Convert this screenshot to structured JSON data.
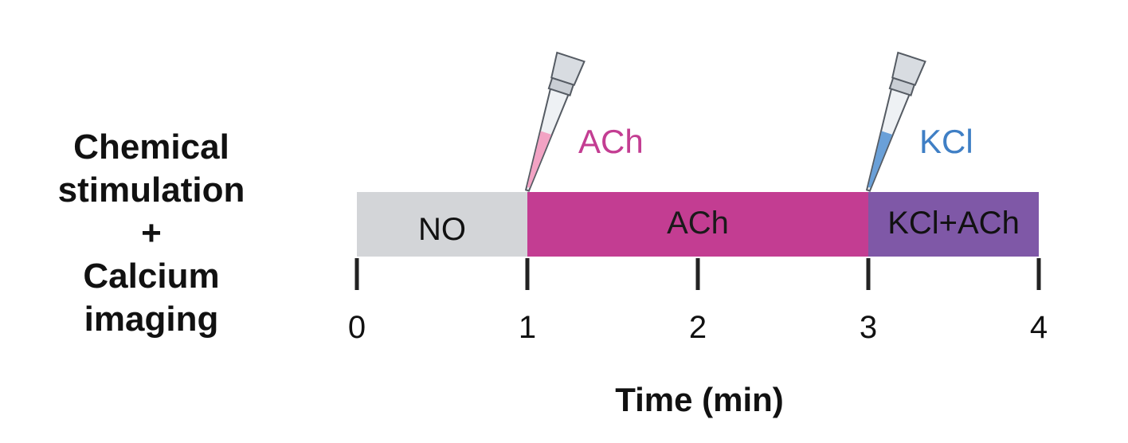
{
  "side_label": {
    "line1": "Chemical",
    "line2": "stimulation",
    "line3": "+",
    "line4": "Calcium",
    "line5": "imaging"
  },
  "timeline": {
    "axis_label": "Time (min)",
    "ticks": [
      0,
      1,
      2,
      3,
      4
    ],
    "segments": [
      {
        "label": "NO",
        "start": 0,
        "end": 1,
        "color": "#d3d5d8",
        "text_color": "#111111"
      },
      {
        "label": "ACh",
        "start": 1,
        "end": 3,
        "color": "#c33d92",
        "text_color": "#1a1a1a"
      },
      {
        "label": "KCl+ACh",
        "start": 3,
        "end": 4,
        "color": "#7f58a7",
        "text_color": "#111111"
      }
    ]
  },
  "pipettes": [
    {
      "label": "ACh",
      "time": 1,
      "liquid_color": "#f2a3c4",
      "label_color": "#c33d92",
      "icon": "pipette-icon"
    },
    {
      "label": "KCl",
      "time": 3,
      "liquid_color": "#6aa0d8",
      "label_color": "#3f7fc5",
      "icon": "pipette-icon"
    }
  ]
}
